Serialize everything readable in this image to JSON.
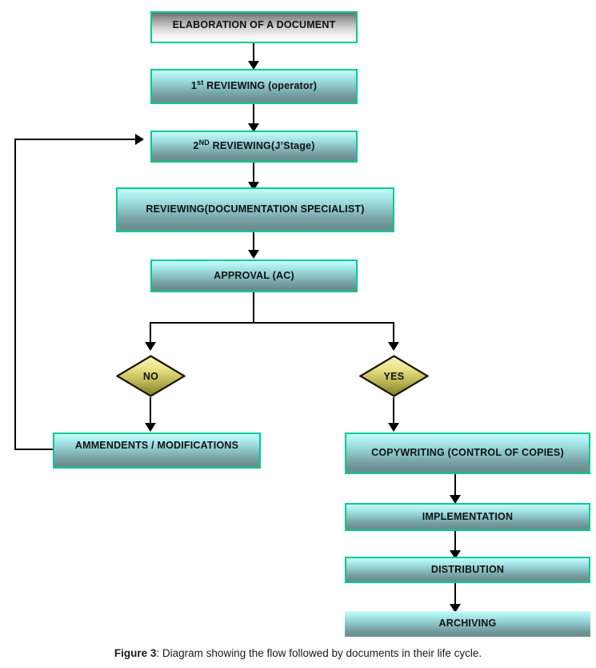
{
  "figure": {
    "caption_label": "Figure 3",
    "caption_text": ": Diagram showing the flow followed by documents in their life cycle."
  },
  "colors": {
    "box_border": "#00cc8e",
    "box_fill_top": "#c8fbfb",
    "box_fill_bottom": "#6b8e90",
    "head_fill_top": "#6e6e6e",
    "head_fill_bottom": "#fdfdfd",
    "diamond_fill_top": "#f7f2ae",
    "diamond_fill_bottom": "#85852a",
    "diamond_border": "#1a1a00",
    "connector": "#000000",
    "text": "#111111"
  },
  "flow": {
    "nodes": [
      {
        "id": "elaboration",
        "label": "ELABORATION OF A DOCUMENT",
        "shape": "process"
      },
      {
        "id": "first-reviewing",
        "label_pre": "1",
        "label_sup": "st",
        "label_post": " REVIEWING (operator)",
        "shape": "process"
      },
      {
        "id": "second-reviewing",
        "label_pre": "2",
        "label_sup": "ND",
        "label_post": " REVIEWING(J’Stage)",
        "shape": "process"
      },
      {
        "id": "reviewing-documentation-specialist",
        "label": "REVIEWING(DOCUMENTATION SPECIALIST)",
        "shape": "process"
      },
      {
        "id": "approval",
        "label": "APPROVAL (AC)",
        "shape": "process"
      },
      {
        "id": "decision-no",
        "label": "NO",
        "shape": "decision"
      },
      {
        "id": "decision-yes",
        "label": "YES",
        "shape": "decision"
      },
      {
        "id": "ammendents",
        "label": "AMMENDENTS / MODIFICATIONS",
        "shape": "process"
      },
      {
        "id": "copywriting",
        "label": "COPYWRITING (CONTROL OF COPIES)",
        "shape": "process"
      },
      {
        "id": "implementation",
        "label": "IMPLEMENTATION",
        "shape": "process"
      },
      {
        "id": "distribution",
        "label": "DISTRIBUTION",
        "shape": "process"
      },
      {
        "id": "archiving",
        "label": "ARCHIVING",
        "shape": "process"
      }
    ],
    "edges": [
      {
        "from": "elaboration",
        "to": "first-reviewing"
      },
      {
        "from": "first-reviewing",
        "to": "second-reviewing"
      },
      {
        "from": "second-reviewing",
        "to": "reviewing-documentation-specialist"
      },
      {
        "from": "reviewing-documentation-specialist",
        "to": "approval"
      },
      {
        "from": "approval",
        "to": "decision-no"
      },
      {
        "from": "approval",
        "to": "decision-yes"
      },
      {
        "from": "decision-no",
        "to": "ammendents"
      },
      {
        "from": "decision-yes",
        "to": "copywriting"
      },
      {
        "from": "ammendents",
        "to": "second-reviewing",
        "type": "feedback-loop"
      },
      {
        "from": "copywriting",
        "to": "implementation"
      },
      {
        "from": "implementation",
        "to": "distribution"
      },
      {
        "from": "distribution",
        "to": "archiving"
      }
    ]
  }
}
